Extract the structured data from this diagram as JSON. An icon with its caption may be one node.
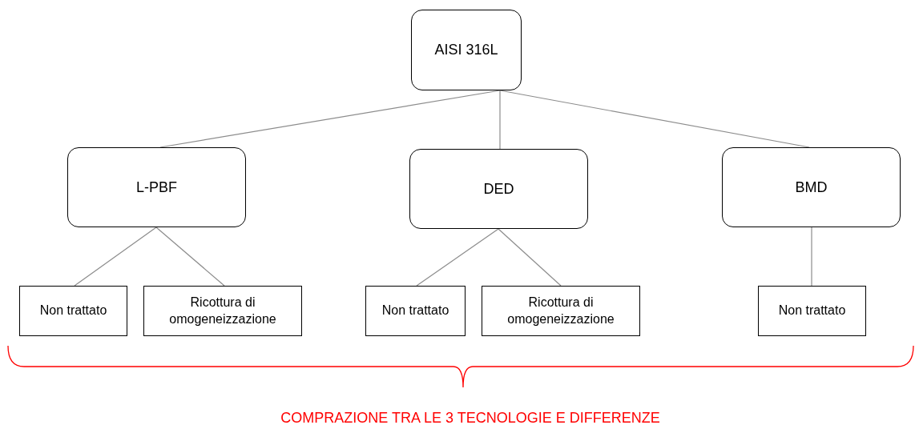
{
  "diagram": {
    "nodes": [
      {
        "text": [
          "AISI 316L"
        ]
      },
      {
        "text": [
          "L-PBF"
        ]
      },
      {
        "text": [
          "DED"
        ]
      },
      {
        "text": [
          "BMD"
        ]
      },
      {
        "text": [
          "Non trattato"
        ]
      },
      {
        "text": [
          "Ricottura di omogeneizzazione"
        ]
      },
      {
        "text": [
          "Non trattato"
        ]
      },
      {
        "text": [
          "Ricottura di omogeneizzazione"
        ]
      },
      {
        "text": [
          "Non trattato"
        ]
      }
    ],
    "edges": [
      {
        "from": 0,
        "to": 1,
        "arrow": "none"
      },
      {
        "from": 0,
        "to": 2,
        "arrow": "none"
      },
      {
        "from": 0,
        "to": 3,
        "arrow": "none"
      },
      {
        "from": 1,
        "to": 4,
        "arrow": "none"
      },
      {
        "from": 1,
        "to": 5,
        "arrow": "none"
      },
      {
        "from": 2,
        "to": 6,
        "arrow": "none"
      },
      {
        "from": 2,
        "to": 7,
        "arrow": "none"
      },
      {
        "from": 3,
        "to": 8,
        "arrow": "none"
      }
    ],
    "labels": [
      "COMPRAZIONE TRA LE 3 TECNOLOGIE E DIFFERENZE"
    ]
  }
}
